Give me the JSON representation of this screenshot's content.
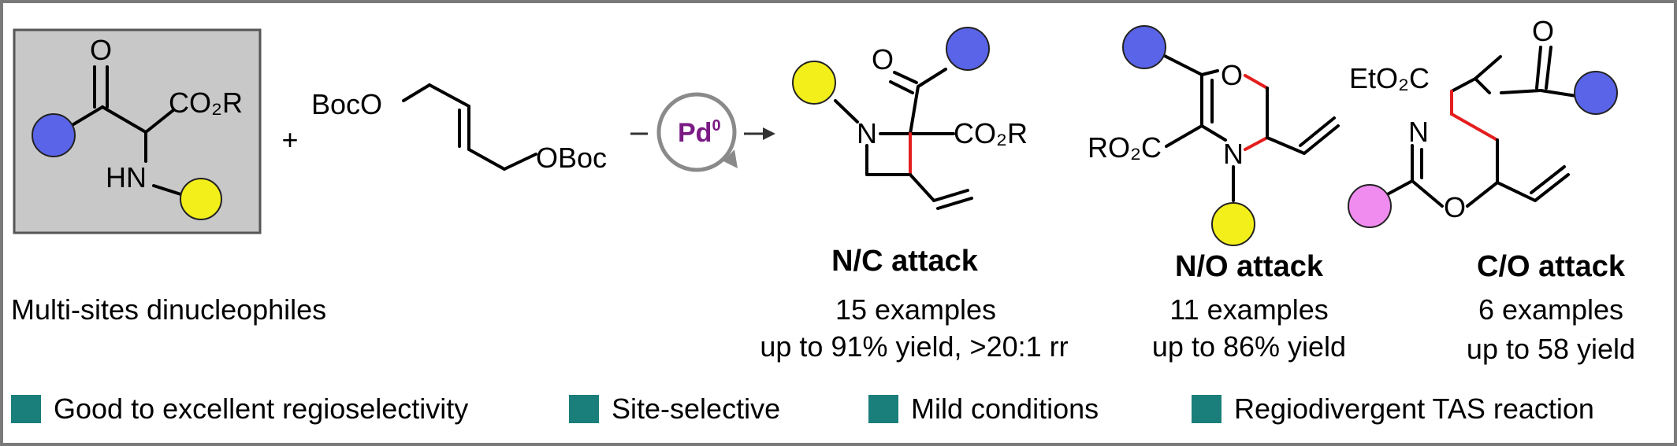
{
  "colors": {
    "blue_group": "#5a64e8",
    "yellow_group": "#f3ef1a",
    "pink_group": "#f08cf0",
    "new_bond": "#e41e1e",
    "catalyst_text": "#7b1a84",
    "legend_square": "#1a7f7b",
    "substrate_box": "#c8c8c8"
  },
  "reactants": {
    "substrate_caption": "Multi-sites dinucleophiles",
    "substrate_labels": {
      "oxygen": "O",
      "ester": "CO₂R",
      "amine": "HN"
    },
    "plus": "+",
    "dicarbonate_labels": {
      "left": "BocO",
      "right": "OBoc"
    },
    "catalyst": {
      "symbol": "Pd",
      "superscript": "0"
    }
  },
  "products": [
    {
      "title": "N/C attack",
      "examples": "15 examples",
      "yield": "up to 91% yield, >20:1 rr",
      "atom_labels": {
        "nitrogen": "N",
        "oxygen": "O",
        "ester": "CO₂R"
      }
    },
    {
      "title": "N/O attack",
      "examples": "11 examples",
      "yield": "up to 86% yield",
      "atom_labels": {
        "oxygen": "O",
        "nitrogen": "N",
        "ester": "RO₂C"
      }
    },
    {
      "title": "C/O attack",
      "examples": "6 examples",
      "yield": "up to 58 yield",
      "atom_labels": {
        "ester": "EtO₂C",
        "oxygen_ketone": "O",
        "nitrogen": "N",
        "oxygen_ring": "O"
      }
    }
  ],
  "legend": [
    {
      "label": "Good to excellent regioselectivity",
      "icon": "teal-square"
    },
    {
      "label": "Site-selective",
      "icon": "teal-square"
    },
    {
      "label": "Mild conditions",
      "icon": "teal-square"
    },
    {
      "label": "Regiodivergent TAS reaction",
      "icon": "teal-square"
    }
  ]
}
